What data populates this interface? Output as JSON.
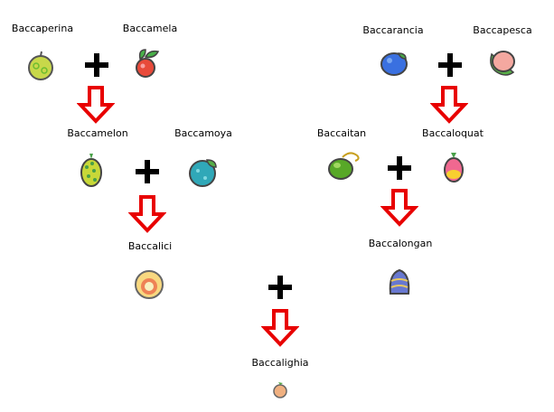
{
  "berries": {
    "perina": {
      "name": "Baccaperina",
      "color": "#c8d84a"
    },
    "mela": {
      "name": "Baccamela",
      "color": "#e84a3a"
    },
    "arancia": {
      "name": "Baccarancia",
      "color": "#3a70e0"
    },
    "pesca": {
      "name": "Baccapesca",
      "color": "#f4a8a0"
    },
    "melon": {
      "name": "Baccamelon",
      "color": "#c8d838"
    },
    "moya": {
      "name": "Baccamoya",
      "color": "#30a8b8"
    },
    "itan": {
      "name": "Baccaitan",
      "color": "#58a828"
    },
    "loquat": {
      "name": "Baccaloquat",
      "color": "#f06890"
    },
    "lici": {
      "name": "Baccalici",
      "color": "#f8d880"
    },
    "longan": {
      "name": "Baccalongan",
      "color": "#6878d0"
    },
    "lighia": {
      "name": "Baccalighia",
      "color": "#f0b080"
    }
  },
  "colors": {
    "arrow": "#e80000",
    "plus": "#000000"
  }
}
